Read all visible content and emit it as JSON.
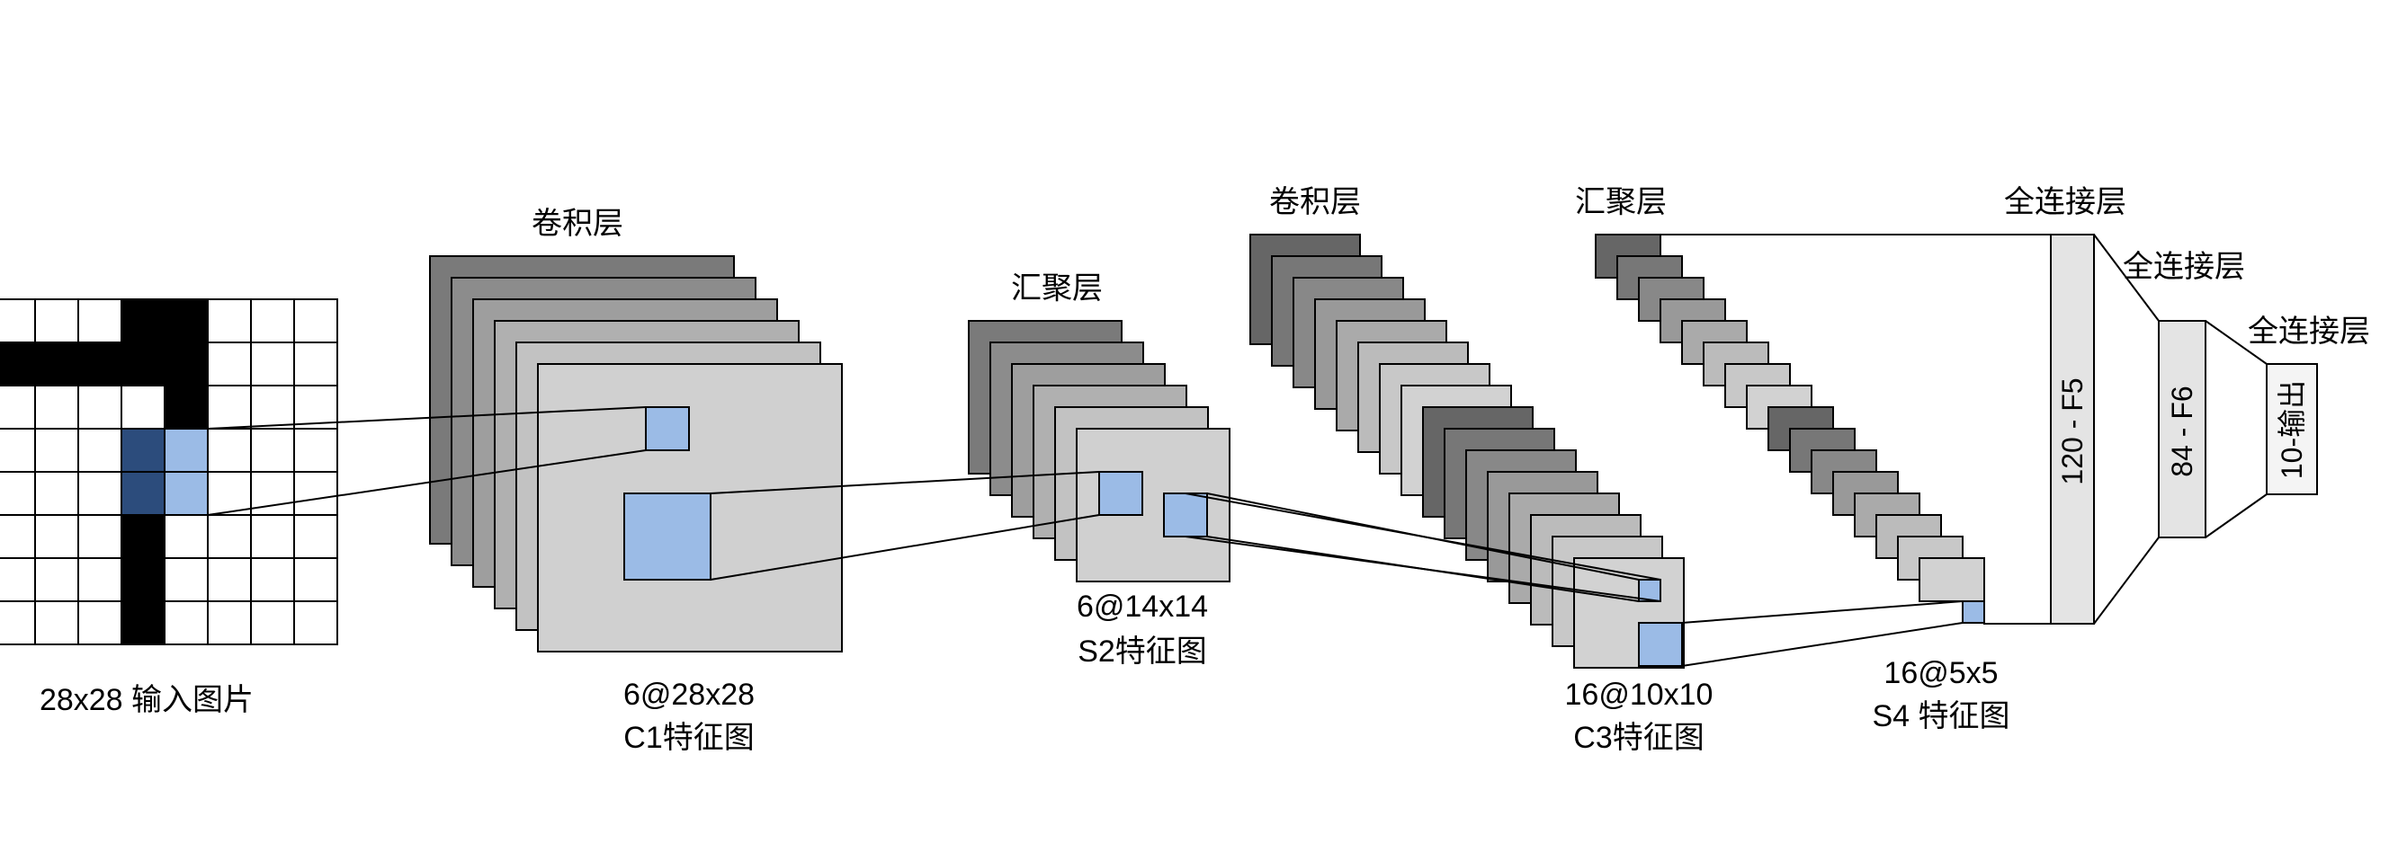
{
  "input": {
    "caption": "28x28 输入图片"
  },
  "c1": {
    "title": "卷积层",
    "caption_line1": "6@28x28",
    "caption_line2": "C1特征图"
  },
  "s2": {
    "title": "汇聚层",
    "caption_line1": "6@14x14",
    "caption_line2": "S2特征图"
  },
  "c3": {
    "title": "卷积层",
    "caption_line1": "16@10x10",
    "caption_line2": "C3特征图"
  },
  "s4": {
    "title": "汇聚层",
    "caption_line1": "16@5x5",
    "caption_line2": "S4 特征图"
  },
  "f5": {
    "title": "全连接层",
    "label": "120 - F5"
  },
  "f6": {
    "title": "全连接层",
    "label": "84 - F6"
  },
  "output": {
    "title": "全连接层",
    "label": "10-输出"
  },
  "colors": {
    "highlight_light": "#9bbbe6",
    "highlight_dark": "#2c4c7c",
    "pixel_dark": "#000000",
    "outline": "#000000"
  }
}
